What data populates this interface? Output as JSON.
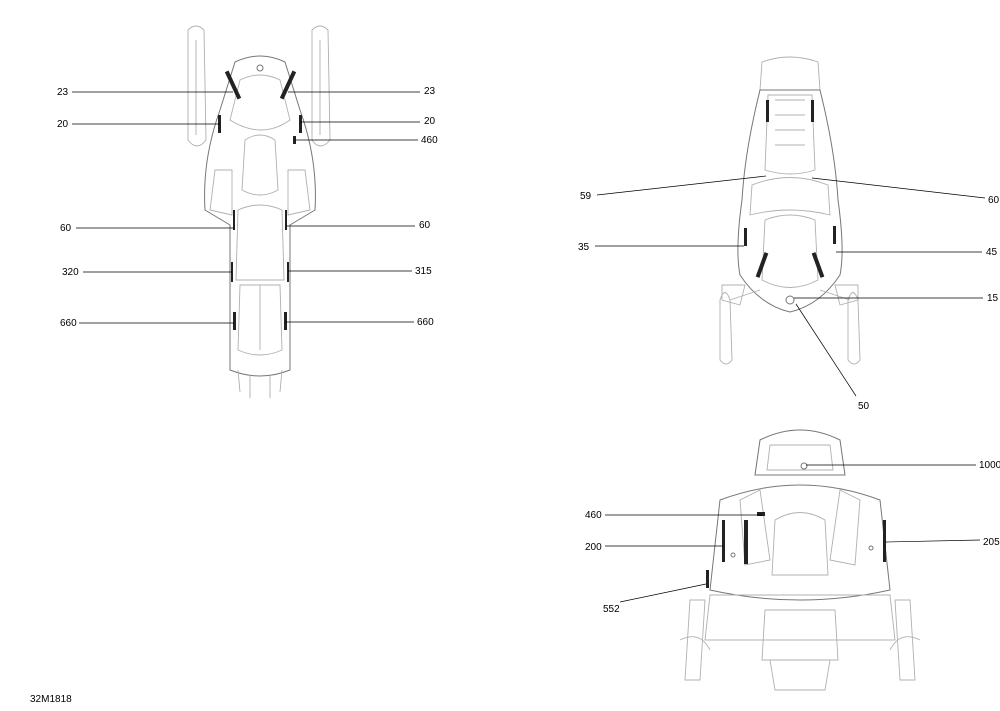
{
  "drawing_code": "32M1818",
  "views": {
    "top": {
      "callouts": [
        "23",
        "23",
        "20",
        "20",
        "460",
        "60",
        "60",
        "320",
        "315",
        "660",
        "660"
      ]
    },
    "front": {
      "callouts": [
        "59",
        "60",
        "35",
        "45",
        "15",
        "50"
      ]
    },
    "rear": {
      "callouts": [
        "1000",
        "460",
        "200",
        "205",
        "552"
      ]
    }
  }
}
